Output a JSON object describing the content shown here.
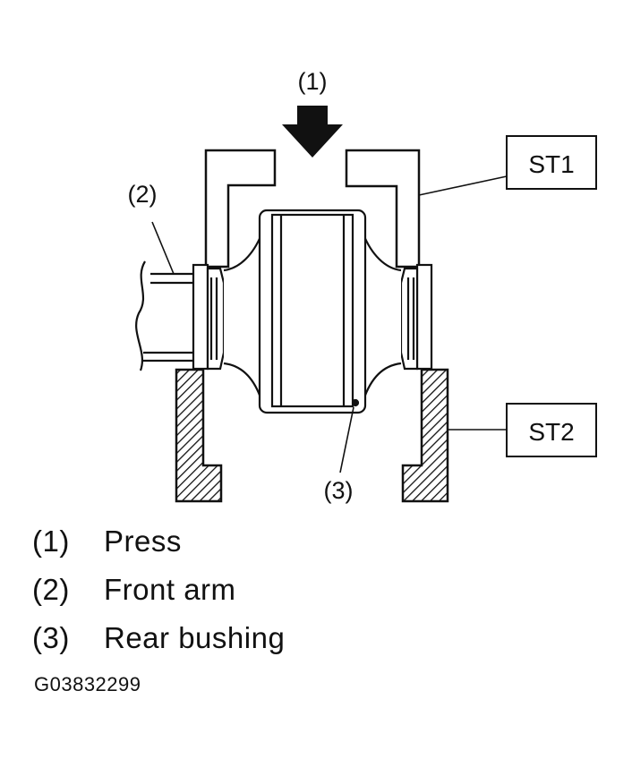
{
  "diagram": {
    "callouts": {
      "press": "(1)",
      "front_arm": "(2)",
      "rear_bushing": "(3)"
    },
    "tools": {
      "st1": "ST1",
      "st2": "ST2"
    }
  },
  "legend": {
    "items": [
      {
        "num": "(1)",
        "label": "Press"
      },
      {
        "num": "(2)",
        "label": "Front arm"
      },
      {
        "num": "(3)",
        "label": "Rear bushing"
      }
    ]
  },
  "figure_code": "G03832299"
}
